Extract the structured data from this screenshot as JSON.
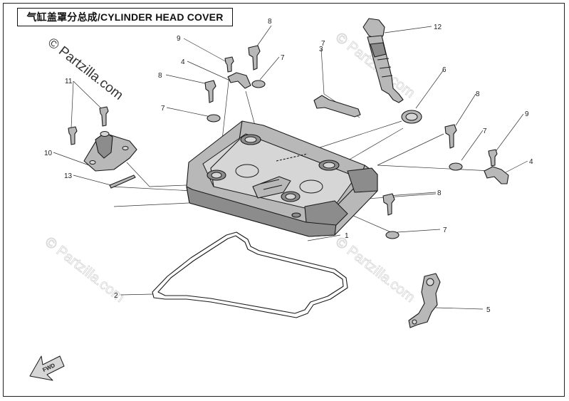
{
  "title": "气缸盖罩分总成/CYLINDER HEAD COVER",
  "watermark": "© Partzilla.com",
  "fwd_label": "FWD",
  "callouts": [
    "1",
    "2",
    "3",
    "4",
    "4",
    "5",
    "6",
    "7",
    "7",
    "7",
    "7",
    "7",
    "8",
    "8",
    "8",
    "8",
    "9",
    "9",
    "10",
    "11",
    "12",
    "13"
  ],
  "colors": {
    "line": "#1a1a1a",
    "part_fill": "#b8b8b8",
    "watermark": "#d9d9d9"
  }
}
